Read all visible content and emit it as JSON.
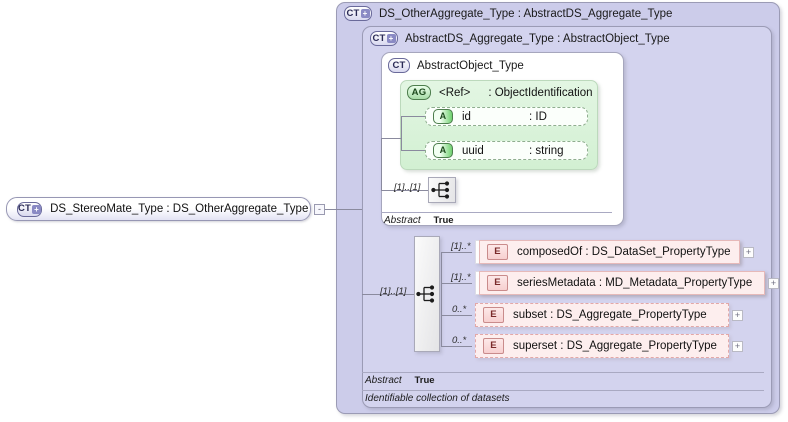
{
  "diagram": {
    "title": "DS_StereoMate_Type XSD schema diagram",
    "root_node": {
      "badge": "CT",
      "label": "DS_StereoMate_Type : DS_OtherAggregate_Type",
      "collapser": "-"
    },
    "panels": [
      {
        "badge": "CT",
        "label": "DS_OtherAggregate_Type : AbstractDS_Aggregate_Type"
      },
      {
        "badge": "CT",
        "label": "AbstractDS_Aggregate_Type : AbstractObject_Type"
      },
      {
        "badge": "CT",
        "label": "AbstractObject_Type"
      }
    ],
    "attribute_group": {
      "badge": "AG",
      "ref": "<Ref>",
      "type": ": ObjectIdentification",
      "attributes": [
        {
          "badge": "A",
          "name": "id",
          "type": ": ID"
        },
        {
          "badge": "A",
          "name": "uuid",
          "type": ": string"
        }
      ]
    },
    "inner_sequence": {
      "icon": "sequence-icon",
      "cardinality": "[1]..[1]"
    },
    "inner_footer": {
      "key": "Abstract",
      "value": "True"
    },
    "outer_sequence": {
      "icon": "sequence-icon",
      "cardinality": "[1]..[1]"
    },
    "elements": [
      {
        "badge": "E",
        "label": "composedOf : DS_DataSet_PropertyType",
        "cardinality": "[1]..*",
        "optional": false,
        "expander": "+"
      },
      {
        "badge": "E",
        "label": "seriesMetadata : MD_Metadata_PropertyType",
        "cardinality": "[1]..*",
        "optional": false,
        "expander": "+"
      },
      {
        "badge": "E",
        "label": "subset    : DS_Aggregate_PropertyType",
        "cardinality": "0..*",
        "optional": true,
        "expander": "+"
      },
      {
        "badge": "E",
        "label": "superset : DS_Aggregate_PropertyType",
        "cardinality": "0..*",
        "optional": true,
        "expander": "+"
      }
    ],
    "outer_footer": {
      "key": "Abstract",
      "value": "True"
    },
    "description": "Identifiable collection of datasets",
    "colors": {
      "panel_level1": "#ccccea",
      "panel_level2": "#d3d3ee",
      "panel_level3": "#ffffff",
      "attribute_group_green": "#d2f0d2",
      "element_pink": "#fdeeee",
      "connector": "#8a8a9e"
    }
  }
}
